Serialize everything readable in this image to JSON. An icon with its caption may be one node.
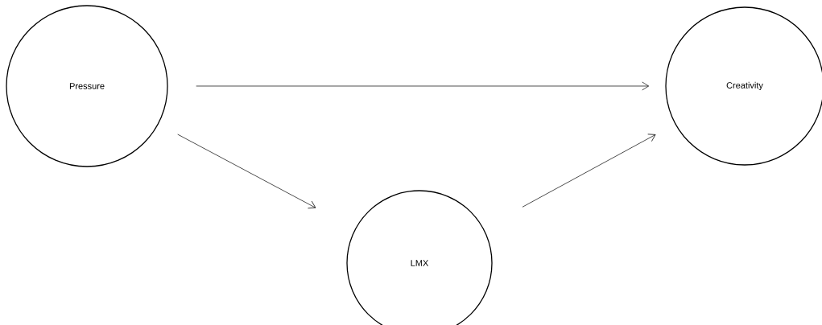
{
  "diagram": {
    "nodes": [
      {
        "text": [
          "Pressure"
        ]
      },
      {
        "text": [
          "Creativity"
        ]
      },
      {
        "text": [
          "LMX"
        ]
      }
    ],
    "edges": [
      {
        "from": 0,
        "to": 1,
        "arrow": "to"
      },
      {
        "from": 0,
        "to": 2,
        "arrow": "to"
      },
      {
        "from": 2,
        "to": 1,
        "arrow": "to"
      }
    ]
  }
}
